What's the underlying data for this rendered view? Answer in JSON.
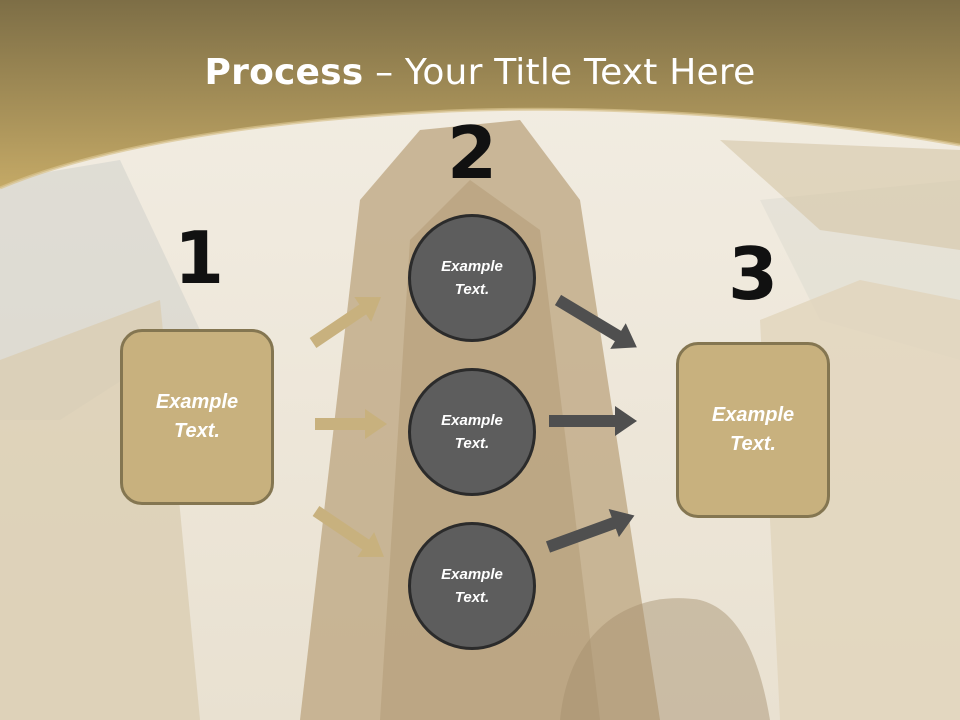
{
  "title": {
    "bold": "Process",
    "rest": " – Your Title Text Here"
  },
  "steps": [
    "1",
    "2",
    "3"
  ],
  "left_box": {
    "line1": "Example",
    "line2": "Text."
  },
  "right_box": {
    "line1": "Example",
    "line2": "Text."
  },
  "circles": [
    {
      "line1": "Example",
      "line2": "Text."
    },
    {
      "line1": "Example",
      "line2": "Text."
    },
    {
      "line1": "Example",
      "line2": "Text."
    }
  ],
  "colors": {
    "gold": "#c8b17e",
    "gold_band": "#b49a5c",
    "dark_circle": "#5d5d5d",
    "arrow_dark": "#4f4f4f"
  }
}
